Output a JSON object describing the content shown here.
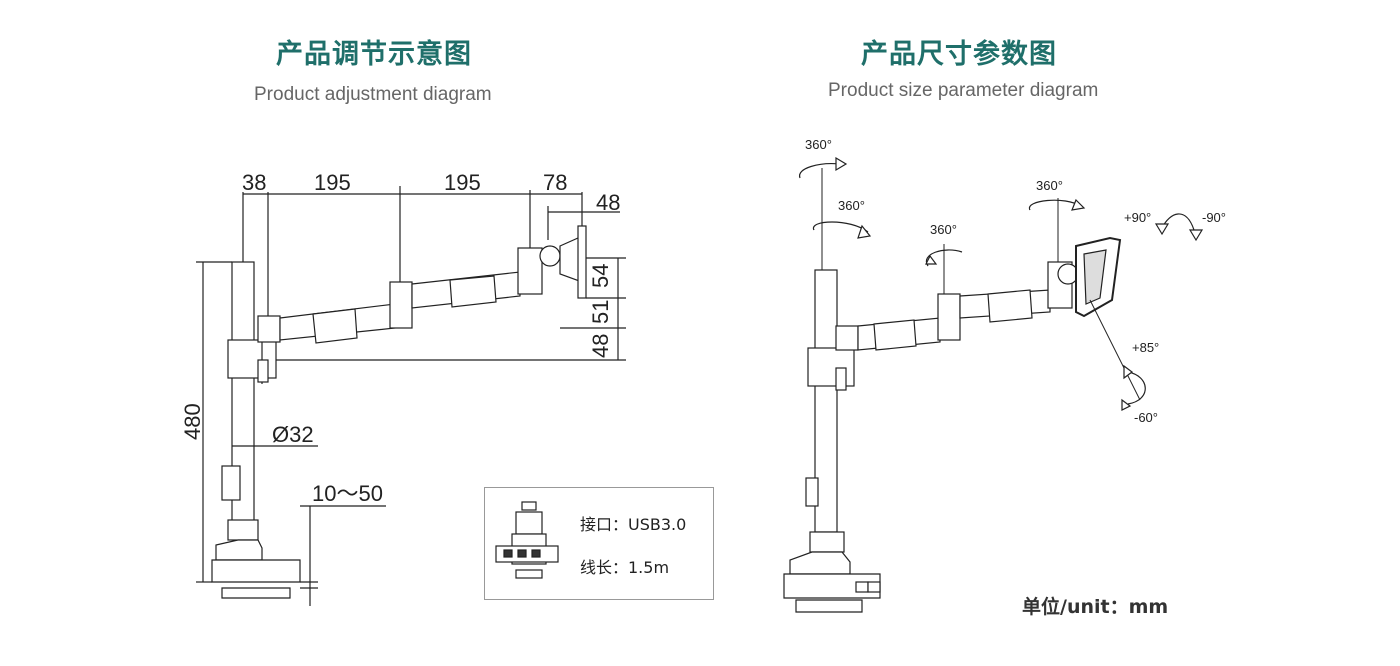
{
  "left": {
    "title": "产品调节示意图",
    "subtitle": "Product adjustment diagram",
    "dimensions": {
      "d38": "38",
      "d195a": "195",
      "d195b": "195",
      "d78": "78",
      "d48top": "48",
      "d54": "54",
      "d51": "51",
      "d48side": "48",
      "d480": "480",
      "d32": "Ø32",
      "d10_50": "10～50"
    }
  },
  "right": {
    "title": "产品尺寸参数图",
    "subtitle": "Product size parameter diagram",
    "angles": {
      "pole_top": "360°",
      "pole_mid": "360°",
      "arm_joint": "360°",
      "head_joint": "360°",
      "tilt_left": "+90°",
      "tilt_right": "-90°",
      "pitch_up": "+85°",
      "pitch_down": "-60°"
    },
    "unit": "单位/unit：mm"
  },
  "legend": {
    "port": "接口：USB3.0",
    "cable": "线长：1.5m"
  }
}
